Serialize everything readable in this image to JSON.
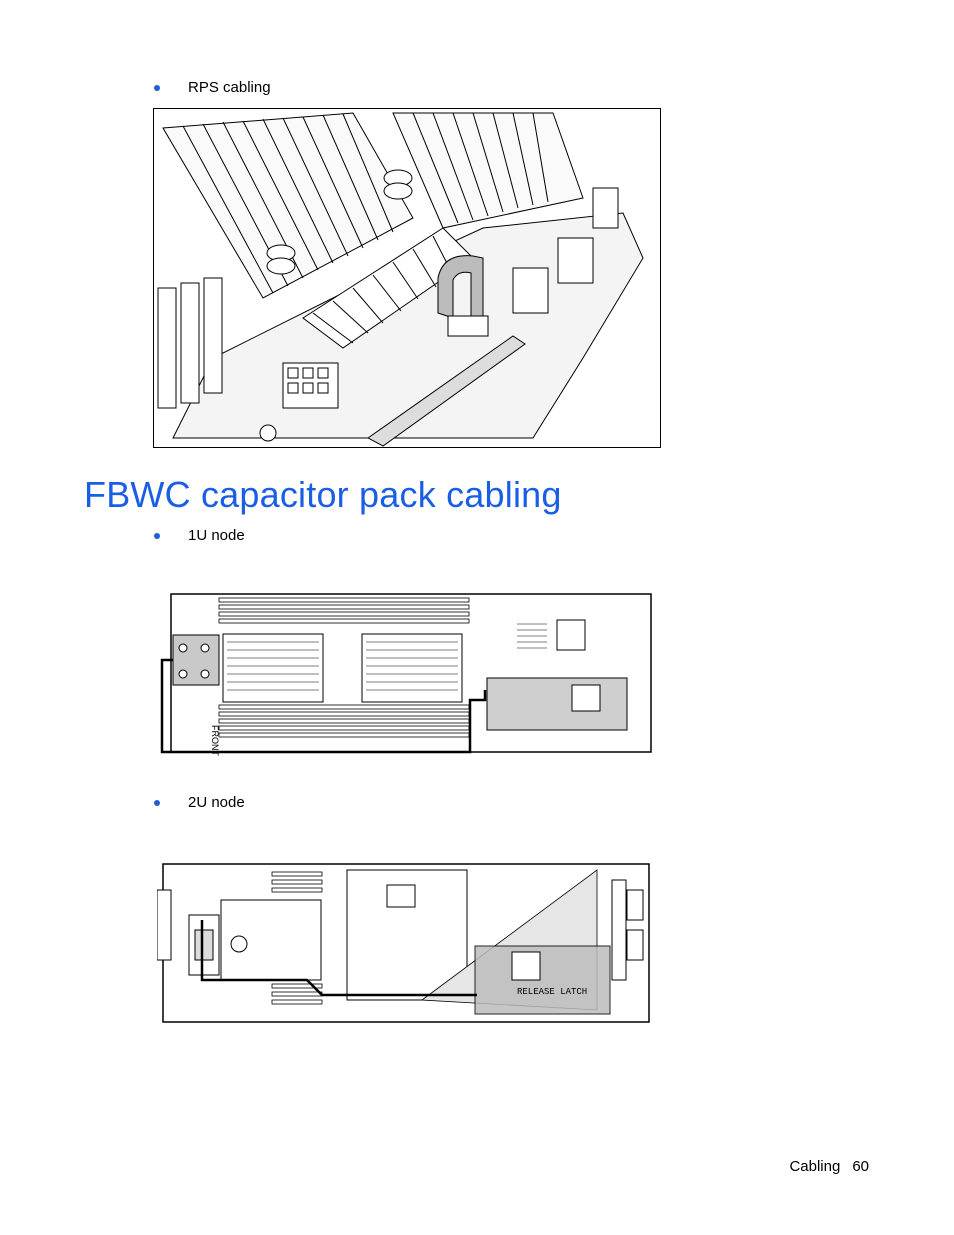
{
  "bullets": {
    "rps": "RPS cabling",
    "u1": "1U node",
    "u2": "2U node"
  },
  "section": {
    "title": "FBWC capacitor pack cabling"
  },
  "figure_1u": {
    "label": "FRONT"
  },
  "figure_2u": {
    "label": "RELEASE LATCH"
  },
  "footer": {
    "section": "Cabling",
    "page": "60"
  },
  "colors": {
    "heading": "#1a5ee6",
    "bullet": "#1f5fd6",
    "shading": "#c9c9c9"
  }
}
